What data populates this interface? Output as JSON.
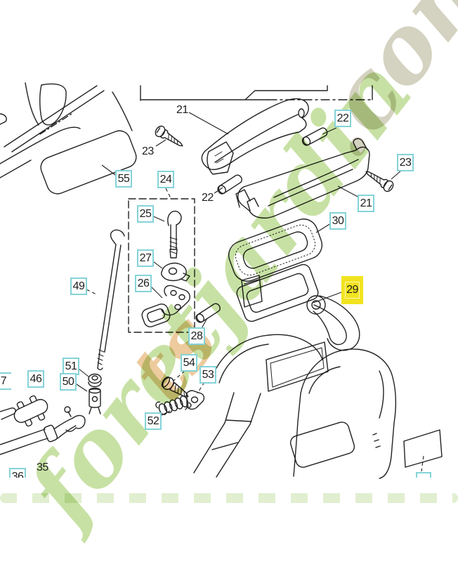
{
  "watermark": {
    "main": "foretjardin",
    "suffix": ".com",
    "accent": "ts",
    "color_green": "#b2d581",
    "color_grey": "#c6c3ab",
    "color_orange": "#e9be86"
  },
  "diagram": {
    "line_color": "#212121",
    "label_box_border": "#84d3d8",
    "highlight_color": "#f2e31f",
    "labels": {
      "l21a": "21",
      "l23a": "23",
      "l22b": "22",
      "l35": "35",
      "l55": "55",
      "l24": "24",
      "l22a": "22",
      "l23b": "23",
      "l21b": "21",
      "l30": "30",
      "l25": "25",
      "l27": "27",
      "l26": "26",
      "l28": "28",
      "l49": "49",
      "l51": "51",
      "l50": "50",
      "l46": "46",
      "l47": "7",
      "l54": "54",
      "l53": "53",
      "l52": "52",
      "l29": "29",
      "l36": "36"
    }
  }
}
